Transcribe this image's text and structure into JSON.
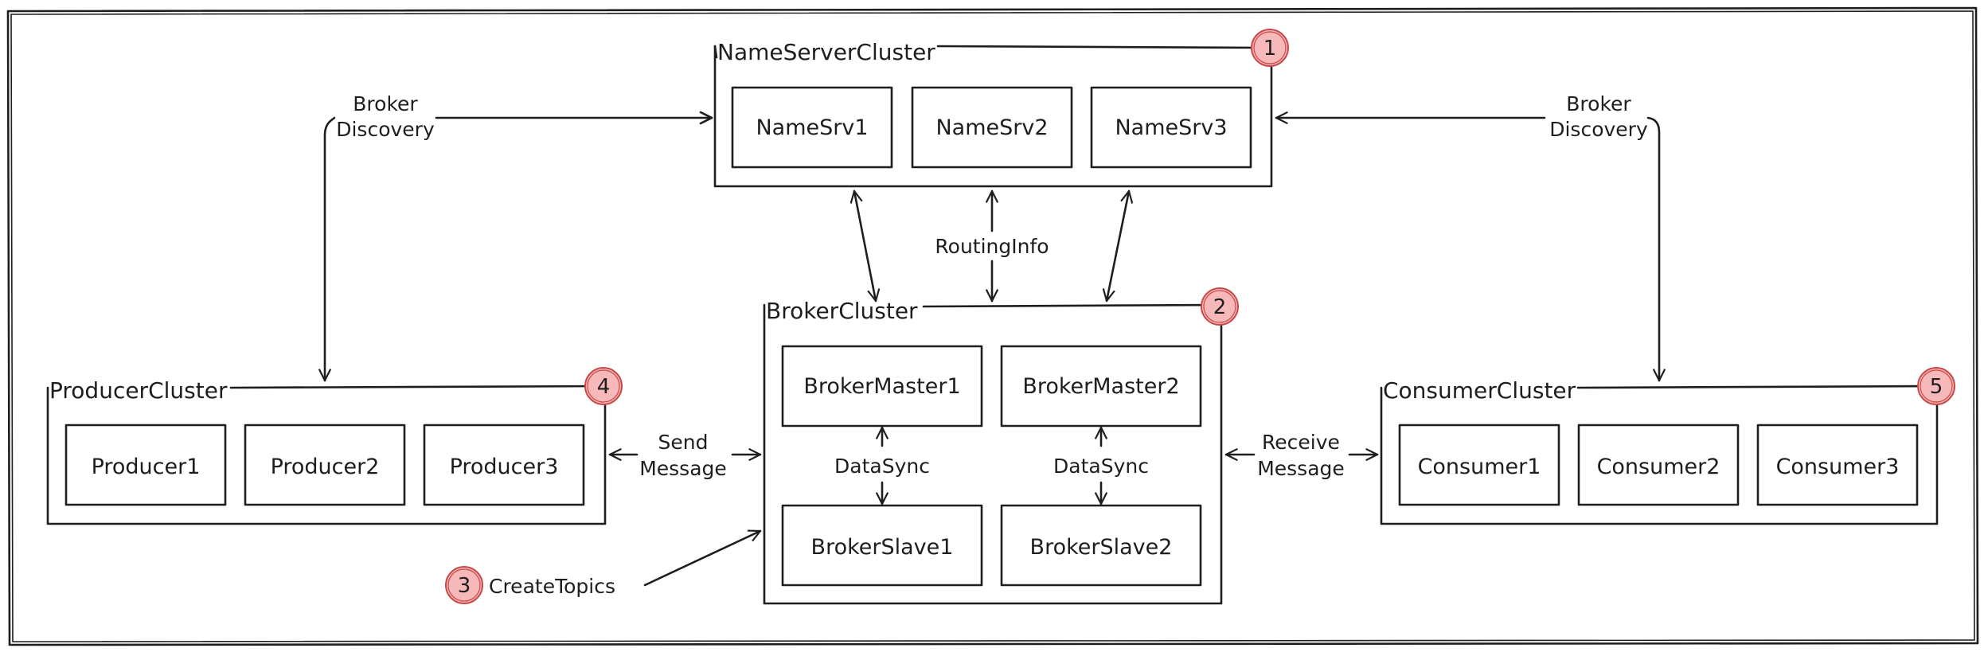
{
  "clusters": {
    "nameserver": {
      "title": "NameServerCluster",
      "badge": "1",
      "nodes": [
        "NameSrv1",
        "NameSrv2",
        "NameSrv3"
      ]
    },
    "broker": {
      "title": "BrokerCluster",
      "badge": "2",
      "masters": [
        "BrokerMaster1",
        "BrokerMaster2"
      ],
      "slaves": [
        "BrokerSlave1",
        "BrokerSlave2"
      ],
      "sync_label": "DataSync"
    },
    "producer": {
      "title": "ProducerCluster",
      "badge": "4",
      "nodes": [
        "Producer1",
        "Producer2",
        "Producer3"
      ]
    },
    "consumer": {
      "title": "ConsumerCluster",
      "badge": "5",
      "nodes": [
        "Consumer1",
        "Consumer2",
        "Consumer3"
      ]
    }
  },
  "edges": {
    "broker_discovery_left": [
      "Broker",
      "Discovery"
    ],
    "broker_discovery_right": [
      "Broker",
      "Discovery"
    ],
    "routing_info": "RoutingInfo",
    "send_message": [
      "Send",
      "Message"
    ],
    "receive_message": [
      "Receive",
      "Message"
    ]
  },
  "create_topics": {
    "badge": "3",
    "label": "CreateTopics"
  },
  "colors": {
    "ink": "#1e1e1e",
    "badge_fill": "#f6b8b8",
    "badge_stroke": "#c94a4a",
    "background": "#ffffff"
  }
}
